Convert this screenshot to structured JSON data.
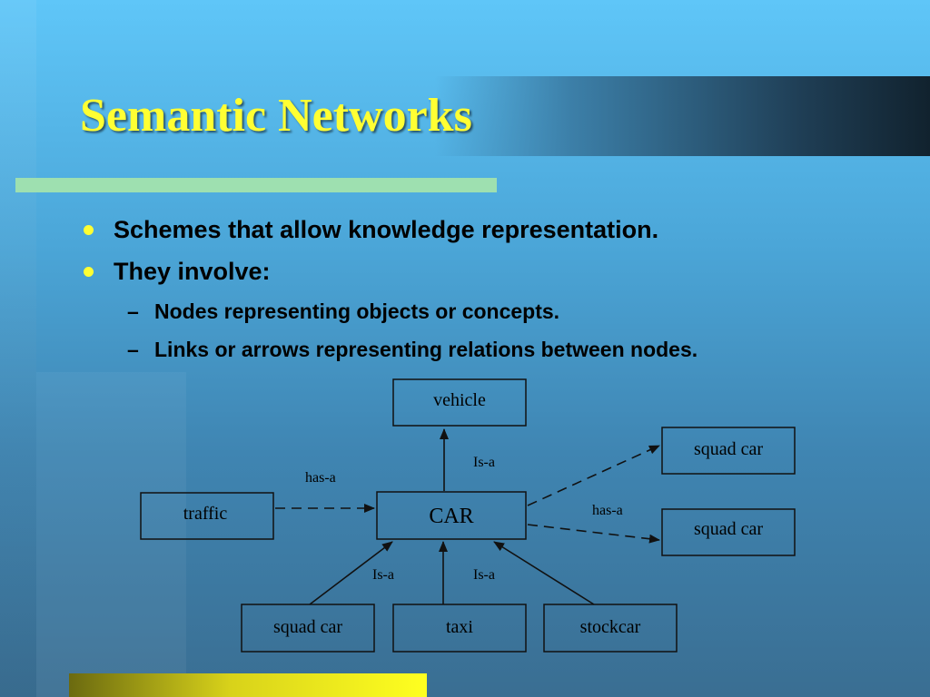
{
  "slide": {
    "title": "Semantic Networks",
    "bullets": [
      "Schemes that allow knowledge representation.",
      "They involve:"
    ],
    "sub_bullets": [
      "Nodes representing objects or concepts.",
      "Links or arrows representing relations between nodes."
    ],
    "dash_symbol": "–"
  },
  "diagram": {
    "nodes": {
      "vehicle": "vehicle",
      "squad_car_top": "squad car",
      "traffic": "traffic",
      "car": "CAR",
      "squad_car_right": "squad car",
      "squad_car_bottom": "squad car",
      "taxi": "taxi",
      "stockcar": "stockcar"
    },
    "edge_labels": {
      "car_vehicle": "Is-a",
      "traffic_car": "has-a",
      "car_squad_cars": "has-a",
      "squad_car_car": "Is-a",
      "taxi_car": "Is-a"
    }
  },
  "colors": {
    "title": "#ffff33",
    "bullet_dot": "#ffff33",
    "rule": "#9ee0b0",
    "background_top": "#5fc6f8",
    "background_bottom": "#3a6e92"
  }
}
